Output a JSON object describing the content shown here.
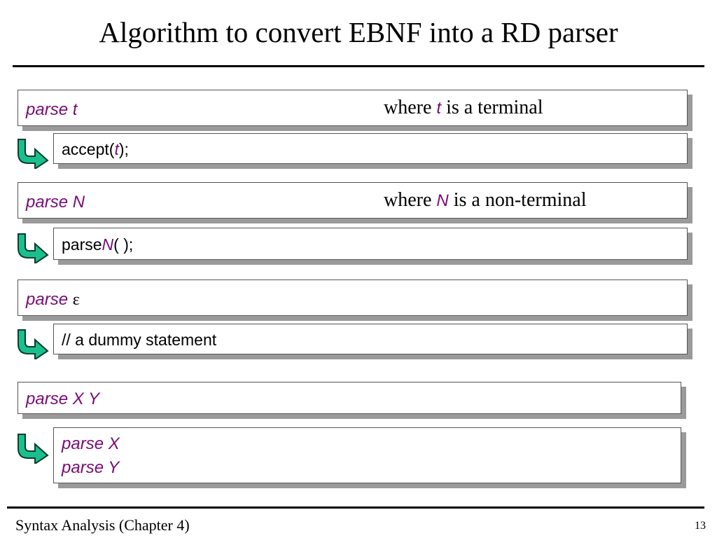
{
  "title": "Algorithm to convert EBNF into a RD parser",
  "rules": [
    {
      "parse_kw": "parse",
      "parse_sym": "t",
      "where_pre": "where",
      "where_var": "t",
      "where_post": "is a terminal",
      "code_pre": "accept(",
      "code_var": "t",
      "code_post": ");"
    },
    {
      "parse_kw": "parse",
      "parse_sym": "N",
      "where_pre": "where",
      "where_var": "N",
      "where_post": "is a non-terminal",
      "code_pre": "parse",
      "code_var": "N",
      "code_post": "( );"
    },
    {
      "parse_kw": "parse",
      "parse_sym": "ε",
      "code_text": "// a dummy statement"
    },
    {
      "parse_text": "parse X Y",
      "code_line1": "parse X",
      "code_line2": "parse Y"
    }
  ],
  "footer": {
    "left": "Syntax Analysis (Chapter 4)",
    "page_number": "13"
  },
  "colors": {
    "keyword": "#7a0a78",
    "arrow_fill": "#19c08e",
    "shadow": "#9a9a9a"
  },
  "icons": [
    "curved-arrow-icon"
  ]
}
